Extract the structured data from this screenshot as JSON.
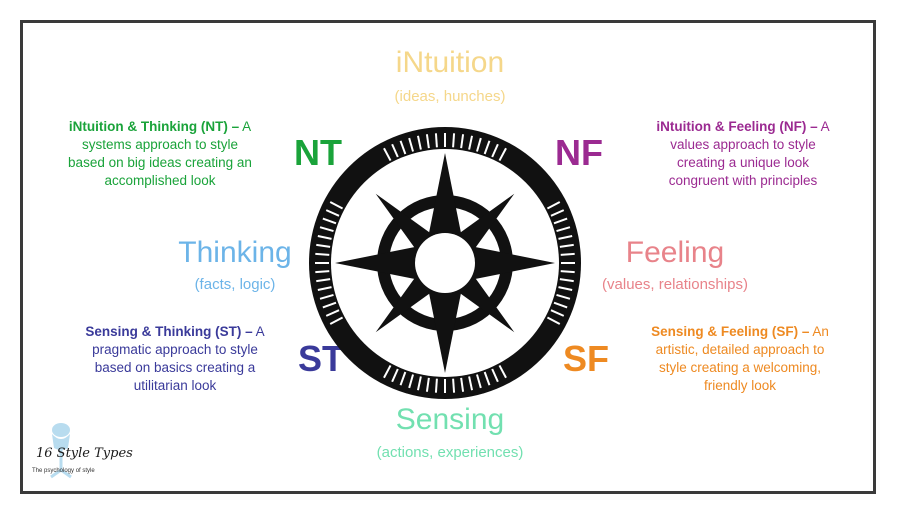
{
  "colors": {
    "intuition": "#f5d78a",
    "thinking": "#6cb4e8",
    "feeling": "#e8838a",
    "sensing": "#72e0b0",
    "nt": "#1aa33a",
    "nf": "#9b2a91",
    "st": "#3a3a9a",
    "sf": "#ee8a22",
    "compass": "#111111"
  },
  "directions": {
    "top": {
      "label": "iNtuition",
      "sub": "(ideas, hunches)"
    },
    "left": {
      "label": "Thinking",
      "sub": "(facts, logic)"
    },
    "right": {
      "label": "Feeling",
      "sub": "(values, relationships)"
    },
    "bottom": {
      "label": "Sensing",
      "sub": "(actions, experiences)"
    }
  },
  "codes": {
    "nt": "NT",
    "nf": "NF",
    "st": "ST",
    "sf": "SF"
  },
  "descriptions": {
    "nt": {
      "title": "iNtuition & Thinking (NT) –",
      "line1": "A",
      "line2": "systems approach to style",
      "line3": "based on big ideas creating an",
      "line4": "accomplished look"
    },
    "nf": {
      "title": "iNtuition & Feeling (NF) –",
      "line1": "A",
      "line2": "values approach to style",
      "line3": "creating a unique look",
      "line4": "congruent with principles"
    },
    "st": {
      "title": "Sensing & Thinking (ST) –",
      "line1": "A",
      "line2": "pragmatic approach to style",
      "line3": "based on basics creating a",
      "line4": "utilitarian look"
    },
    "sf": {
      "title": "Sensing & Feeling (SF) –",
      "line1": "An",
      "line2": "artistic, detailed approach to",
      "line3": "style creating a welcoming,",
      "line4": "friendly look"
    }
  },
  "logo": {
    "title": "16 Style Types",
    "subtitle": "The psychology of style"
  },
  "icons": {
    "compass": "compass-rose-icon",
    "logo": "mannequin-icon"
  }
}
